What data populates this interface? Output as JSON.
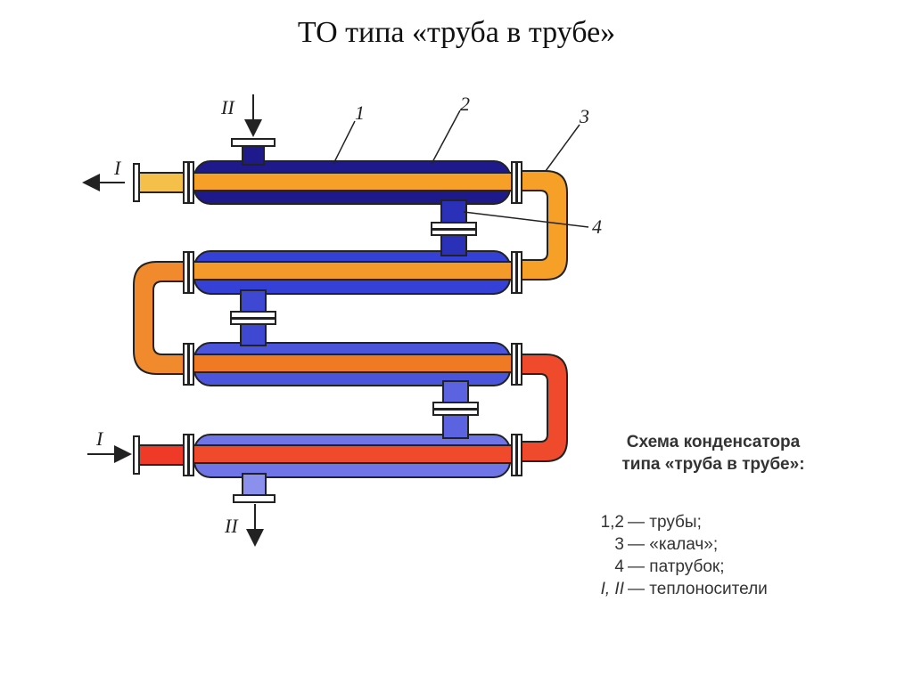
{
  "title": "ТО типа «труба в трубе»",
  "diagram": {
    "labels": {
      "flow_in_I": "I",
      "flow_out_I": "I",
      "flow_in_II": "II",
      "flow_out_II": "II",
      "n1": "1",
      "n2": "2",
      "n3": "3",
      "n4": "4"
    }
  },
  "caption": {
    "line1": "Схема конденсатора",
    "line2": "типа «труба в трубе»:"
  },
  "legend": [
    {
      "key": "1,2",
      "desc": "— трубы;"
    },
    {
      "key": "3",
      "desc": "— «калач»;"
    },
    {
      "key": "4",
      "desc": "— патрубок;"
    },
    {
      "key": "I, II",
      "desc": "— теплоносители"
    }
  ],
  "colors": {
    "shell_dark": "#1f1a8c",
    "shell_mid": "#3b3fd0",
    "shell_light": "#6f74e6",
    "tube_orange": "#f6a028",
    "tube_orange_dark": "#f07a24",
    "tube_red": "#f04a2c",
    "tube_yellow": "#f4c04a",
    "outline": "#222222"
  }
}
